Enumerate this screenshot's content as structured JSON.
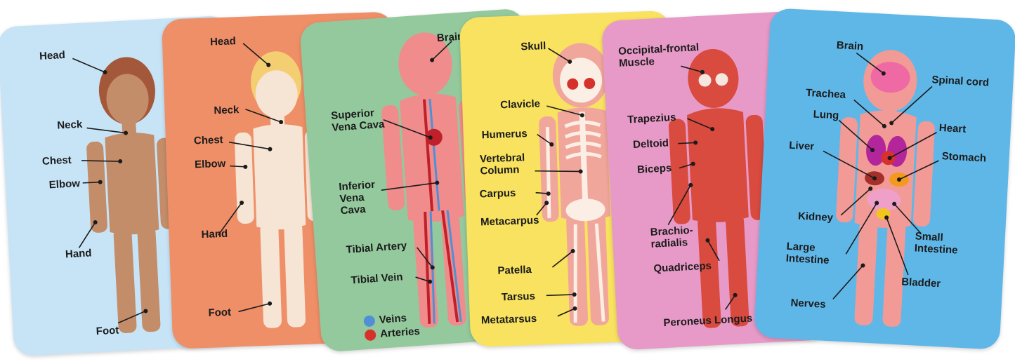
{
  "colors": {
    "card1": "#c7e4f7",
    "card2": "#ef8f68",
    "card3": "#94c99d",
    "card4": "#f8e25f",
    "card5": "#e79ac7",
    "card6": "#5fb7e8",
    "veins": "#4f8fd6",
    "arteries": "#d6312b"
  },
  "card1": {
    "labels": [
      "Head",
      "Neck",
      "Chest",
      "Elbow",
      "Hand",
      "Foot"
    ]
  },
  "card2": {
    "labels": [
      "Head",
      "Neck",
      "Chest",
      "Elbow",
      "Hand",
      "Foot"
    ]
  },
  "card3": {
    "labels": [
      "Brain",
      "Superior\nVena Cava",
      "Inferior\nVena\nCava",
      "Tibial Artery",
      "Tibial Vein"
    ],
    "legend": {
      "veins": "Veins",
      "arteries": "Arteries"
    }
  },
  "card4": {
    "labels": [
      "Skull",
      "Clavicle",
      "Humerus",
      "Vertebral\nColumn",
      "Carpus",
      "Metacarpus",
      "Patella",
      "Tarsus",
      "Metatarsus"
    ]
  },
  "card5": {
    "labels": [
      "Occipital-frontal\nMuscle",
      "Trapezius",
      "Deltoid",
      "Biceps",
      "Brachio-\nradialis",
      "Quadriceps",
      "Peroneus Longus"
    ]
  },
  "card6": {
    "labels": [
      "Brain",
      "Spinal cord",
      "Trachea",
      "Lung",
      "Heart",
      "Liver",
      "Stomach",
      "Kidney",
      "Small\nIntestine",
      "Large\nIntestine",
      "Bladder",
      "Nerves"
    ]
  }
}
